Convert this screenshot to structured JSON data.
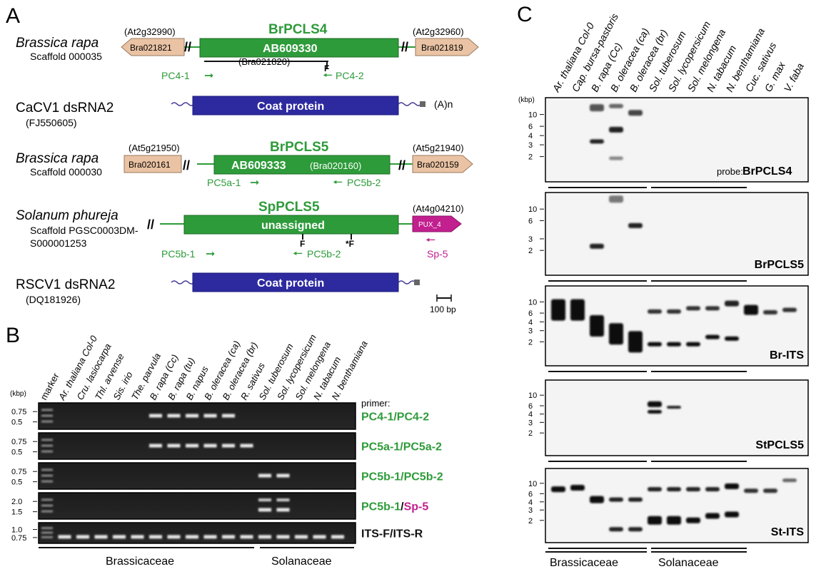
{
  "panel_a": {
    "letter": "A",
    "br4": {
      "organism": "Brassica rapa",
      "scaffold": "Scaffold 000035",
      "left_at": "(At2g32990)",
      "left_gene": "Bra021821",
      "right_at": "(At2g32960)",
      "right_gene": "Bra021819",
      "name": "BrPCLS4",
      "accession": "AB609330",
      "inner": "(Bra021820)",
      "f": "F",
      "p1": "PC4-1",
      "p2": "PC4-2"
    },
    "cacv": {
      "name": "CaCV1 dsRNA2",
      "acc": "(FJ550605)",
      "cp": "Coat protein",
      "polya": "(A)n"
    },
    "br5": {
      "organism": "Brassica rapa",
      "scaffold": "Scaffold 000030",
      "left_at": "(At5g21950)",
      "left_gene": "Bra020161",
      "right_at": "(At5g21940)",
      "right_gene": "Bra020159",
      "name": "BrPCLS5",
      "accession": "AB609333",
      "accession_sub": "(Bra020160)",
      "p1": "PC5a-1",
      "p2": "PC5b-2"
    },
    "sp5": {
      "organism": "Solanum phureja",
      "scaffold1": "Scaffold PGSC0003DM-",
      "scaffold2": "S000001253",
      "right_at": "(At4g04210)",
      "right_gene": "PUX_4",
      "name": "SpPCLS5",
      "box": "unassigned",
      "f1": "F",
      "f2": "*F",
      "p1": "PC5b-1",
      "p2": "PC5b-2",
      "p3": "Sp-5"
    },
    "rscv": {
      "name": "RSCV1 dsRNA2",
      "acc": "(DQ181926)",
      "cp": "Coat protein"
    },
    "scale": "100 bp"
  },
  "panel_b": {
    "letter": "B",
    "unit": "(kbp)",
    "lanes": [
      "marker",
      "Ar. thaliana Col-0",
      "Cru. lasiocarpa",
      "Thl. arvense",
      "Sis. irio",
      "The. parvula",
      "B. rapa (Cc)",
      "B. rapa (tu)",
      "B. napus",
      "B. oleracea (ca)",
      "B. oleracea (br)",
      "R. sativus",
      "Sol. tuberosum",
      "Sol. lycopersicum",
      "Sol. melongena",
      "N. tabacum",
      "N. benthamiana"
    ],
    "primer_label": "primer:",
    "gels": [
      {
        "ticks": [
          "0.75",
          "0.5"
        ],
        "primer": "PC4-1/PC4-2",
        "bands_lanes": [
          6,
          7,
          8,
          9,
          10
        ]
      },
      {
        "ticks": [
          "0.75",
          "0.5"
        ],
        "primer": "PC5a-1/PC5a-2",
        "bands_lanes": [
          6,
          7,
          8,
          9,
          10,
          11
        ]
      },
      {
        "ticks": [
          "0.75",
          "0.5"
        ],
        "primer": "PC5b-1/PC5b-2",
        "bands_lanes": [
          12,
          13
        ]
      },
      {
        "ticks": [
          "2.0",
          "1.5"
        ],
        "primer_a": "PC5b-1",
        "primer_sep": "/",
        "primer_b": "Sp-5",
        "bands_lanes": [
          12,
          13
        ]
      },
      {
        "ticks": [
          "1.0",
          "0.75"
        ],
        "primer": "ITS-F/ITS-R",
        "bands_lanes": [
          1,
          2,
          3,
          4,
          5,
          6,
          7,
          8,
          9,
          10,
          11,
          12,
          13,
          14,
          15,
          16
        ]
      }
    ],
    "families": [
      "Brassicaceae",
      "Solanaceae"
    ]
  },
  "panel_c": {
    "letter": "C",
    "unit": "(kbp)",
    "lanes": [
      "Ar. thaliana Col-0",
      "Cap. bursa-pastoris",
      "B. rapa (Cc)",
      "B. oleracea (ca)",
      "B. oleracea (br)",
      "Sol. tuberosum",
      "Sol. lycopersicum",
      "Sol. melongena",
      "N. tabacum",
      "N. benthamiana",
      "Cuc. sativus",
      "G. max",
      "V. faba"
    ],
    "probe_label": "probe:",
    "blots": [
      {
        "ticks": [
          "10",
          "6",
          "4",
          "3",
          "2"
        ],
        "probe": "BrPCLS4"
      },
      {
        "ticks": [
          "10",
          "6",
          "3",
          "2"
        ],
        "probe": "BrPCLS5"
      },
      {
        "ticks": [
          "10",
          "6",
          "4",
          "3",
          "2"
        ],
        "probe": "Br-ITS"
      },
      {
        "ticks": [
          "10",
          "6",
          "4",
          "3",
          "2"
        ],
        "probe": "StPCLS5"
      },
      {
        "ticks": [
          "10",
          "6",
          "4",
          "3",
          "2"
        ],
        "probe": "St-ITS"
      }
    ],
    "families": [
      "Brassicaceae",
      "Solanaceae"
    ]
  }
}
